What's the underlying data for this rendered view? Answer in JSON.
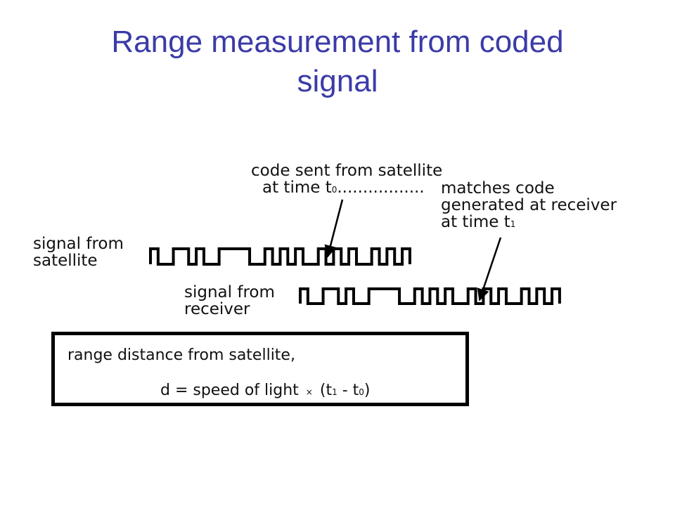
{
  "title": {
    "line1": "Range measurement from coded",
    "line2": "signal"
  },
  "labels": {
    "satellite_signal": [
      "signal from",
      "satellite"
    ],
    "receiver_signal": [
      "signal from",
      "receiver"
    ],
    "code_sent": {
      "line1": "code sent from satellite",
      "line2_prefix": "at time t",
      "line2_sub": "0",
      "dots": "................."
    },
    "matches": {
      "line1": "matches code",
      "line2": "generated at receiver",
      "line3_prefix": "at time t",
      "line3_sub": "1"
    }
  },
  "formula": {
    "line1": "range distance from satellite,",
    "lhs": "d = speed of light",
    "times": "×",
    "open": "(t",
    "sub1": "1",
    "minus": " - t",
    "sub0": "0",
    "close": ")"
  },
  "code_pattern": [
    0,
    1,
    1,
    0,
    0,
    1,
    0,
    1,
    1,
    0,
    0,
    0,
    0,
    1,
    1,
    0,
    1,
    0,
    1,
    0,
    1,
    1,
    0,
    1,
    0,
    1,
    0,
    1,
    1,
    0,
    1,
    0,
    1,
    0
  ]
}
